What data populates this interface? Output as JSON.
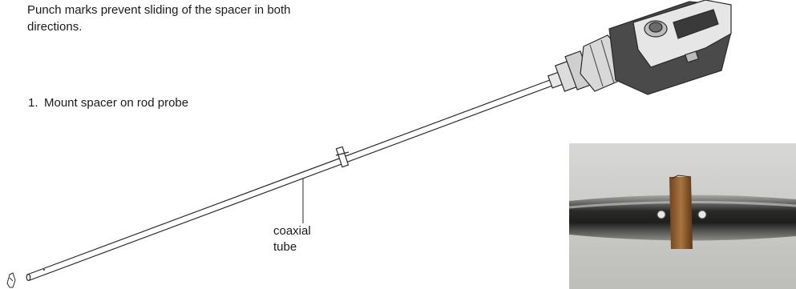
{
  "caption": "Punch marks prevent sliding of the spacer in both directions.",
  "step": {
    "number": "1.",
    "text": "Mount spacer on rod probe"
  },
  "label": {
    "line1": "coaxial",
    "line2": "tube"
  },
  "colors": {
    "line": "#2a2a2a",
    "housing_dark": "#4a4a4a",
    "housing_light": "#dcdcdc",
    "photo_bg": "#c9c9c6",
    "rod_dark": "#2b2b2b",
    "spacer": "#8a5a2c"
  }
}
